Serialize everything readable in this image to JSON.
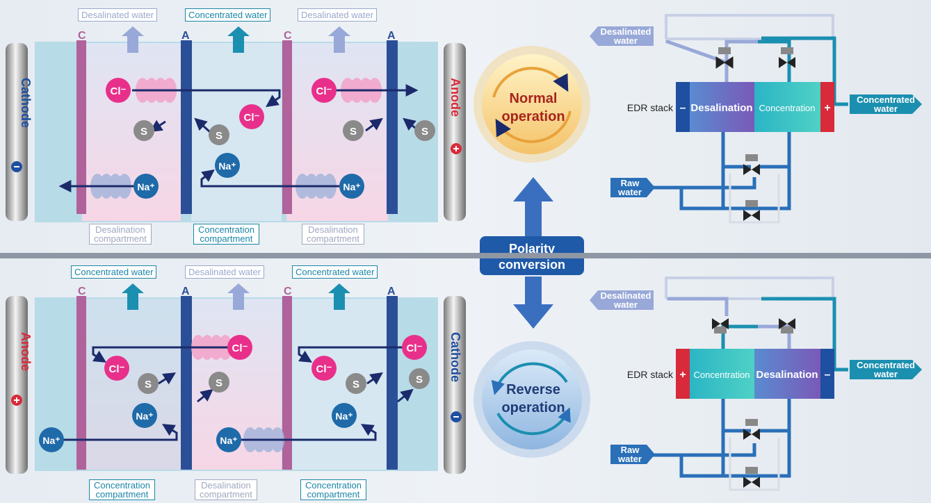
{
  "top": {
    "outlets": [
      "Desalinated water",
      "Concentrated water",
      "Desalinated water"
    ],
    "membranes": [
      "C",
      "A",
      "C",
      "A"
    ],
    "left_electrode": "Cathode",
    "right_electrode": "Anode",
    "compartments": [
      "Desalination\ncompartment",
      "Concentration\ncompartment",
      "Desalination\ncompartment"
    ],
    "ions": {
      "cl": "Cl⁻",
      "s": "S",
      "na": "Na⁺"
    }
  },
  "bottom": {
    "outlets": [
      "Concentrated water",
      "Desalinated water",
      "Concentrated water"
    ],
    "membranes": [
      "C",
      "A",
      "C",
      "A"
    ],
    "left_electrode": "Anode",
    "right_electrode": "Cathode",
    "compartments": [
      "Concentration\ncompartment",
      "Desalination\ncompartment",
      "Concentration\ncompartment"
    ]
  },
  "center": {
    "normal": [
      "Normal",
      "operation"
    ],
    "reverse": [
      "Reverse",
      "operation"
    ],
    "polarity": [
      "Polarity",
      "conversion"
    ]
  },
  "flow_top": {
    "desal_out": [
      "Desalinated",
      "water"
    ],
    "conc_out": [
      "Concentrated",
      "water"
    ],
    "raw_in": [
      "Raw",
      "water"
    ],
    "stack_label": "EDR stack",
    "cell_left": "Desalination",
    "cell_right": "Concentration",
    "pole_left": "–",
    "pole_right": "+"
  },
  "flow_bottom": {
    "desal_out": [
      "Desalinated",
      "water"
    ],
    "conc_out": [
      "Concentrated",
      "water"
    ],
    "raw_in": [
      "Raw",
      "water"
    ],
    "stack_label": "EDR stack",
    "cell_left": "Concentration",
    "cell_right": "Desalination",
    "pole_left": "+",
    "pole_right": "–"
  },
  "colors": {
    "cation_membrane": "#b0629a",
    "anion_membrane": "#2b4f96",
    "chloride": "#e8308a",
    "sodium": "#1f6aa8",
    "neutral": "#8a8a8a",
    "desalinated": "#98a8d8",
    "concentrated": "#1b8fb0",
    "accent_red": "#d82a3a"
  }
}
